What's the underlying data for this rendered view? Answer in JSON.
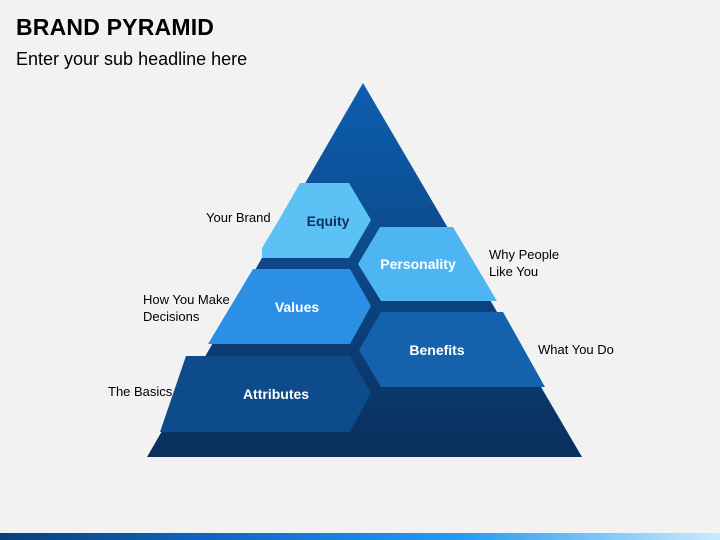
{
  "slide": {
    "title": "BRAND PYRAMID",
    "subtitle": "Enter your sub headline here"
  },
  "pyramid": {
    "segments": [
      {
        "id": "equity",
        "label": "Equity",
        "color": "#5cc1f5",
        "text_color": "#0d2f5a"
      },
      {
        "id": "personality",
        "label": "Personality",
        "color": "#4db5f2",
        "text_color": "#ffffff"
      },
      {
        "id": "values",
        "label": "Values",
        "color": "#2c8fe6",
        "text_color": "#ffffff"
      },
      {
        "id": "benefits",
        "label": "Benefits",
        "color": "#1462ae",
        "text_color": "#ffffff"
      },
      {
        "id": "attributes",
        "label": "Attributes",
        "color": "#0d4b8a",
        "text_color": "#ffffff"
      }
    ],
    "side_labels": {
      "your_brand": "Your Brand",
      "why_people_1": "Why People",
      "why_people_2": "Like You",
      "how_you_make_1": "How You Make",
      "how_you_make_2": "Decisions",
      "what_you_do": "What You Do",
      "the_basics": "The Basics"
    },
    "colors": {
      "pyramid_top": "#0d5fb0",
      "pyramid_bottom": "#0a2f5c"
    }
  }
}
